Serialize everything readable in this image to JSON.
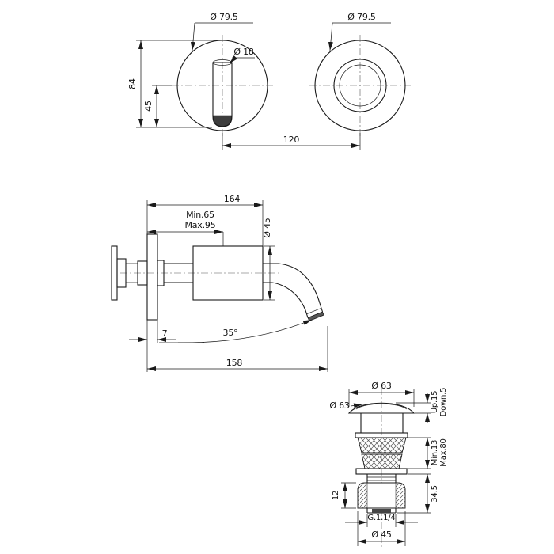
{
  "page": {
    "background": "#ffffff",
    "line_color": "#1a1a1a"
  },
  "views": {
    "front": {
      "plate_diameter": "Ø 79.5",
      "spout_diameter": "Ø 18",
      "overall_height": "84",
      "spout_drop": "45",
      "centers_distance": "120"
    },
    "handle": {
      "plate_diameter": "Ø 79.5"
    },
    "side": {
      "overall_length": "164",
      "wall_min": "Min.65",
      "wall_max": "Max.95",
      "body_diameter": "Ø 45",
      "plate_thickness": "7",
      "spout_angle": "35°",
      "spout_reach": "158"
    },
    "drain": {
      "cap_diameter": "Ø 63",
      "cap_diameter_callout": "Ø 63",
      "travel_up": "Up.15",
      "travel_down": "Down.5",
      "clamp_min": "Min.13",
      "clamp_max": "Max.80",
      "thread_length": "34.5",
      "nut_height": "12",
      "thread_size": "G.1.1/4",
      "tail_diameter": "Ø 45"
    }
  }
}
